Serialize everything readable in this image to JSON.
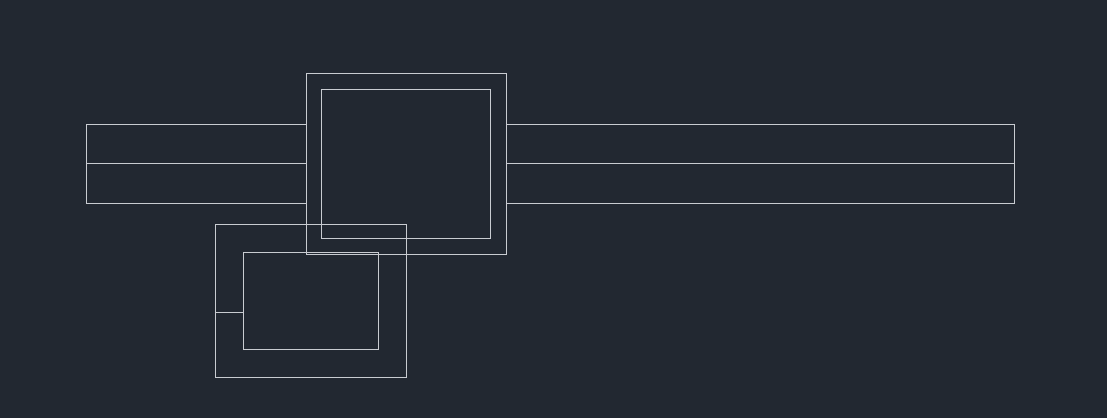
{
  "drawing": {
    "background_color": "#222831",
    "line_color": "#c9ccd1",
    "shapes": [
      "left-beam",
      "right-beam",
      "upper-column-outer",
      "upper-column-inner",
      "lower-column-outer",
      "lower-column-inner",
      "lower-column-connector"
    ]
  }
}
